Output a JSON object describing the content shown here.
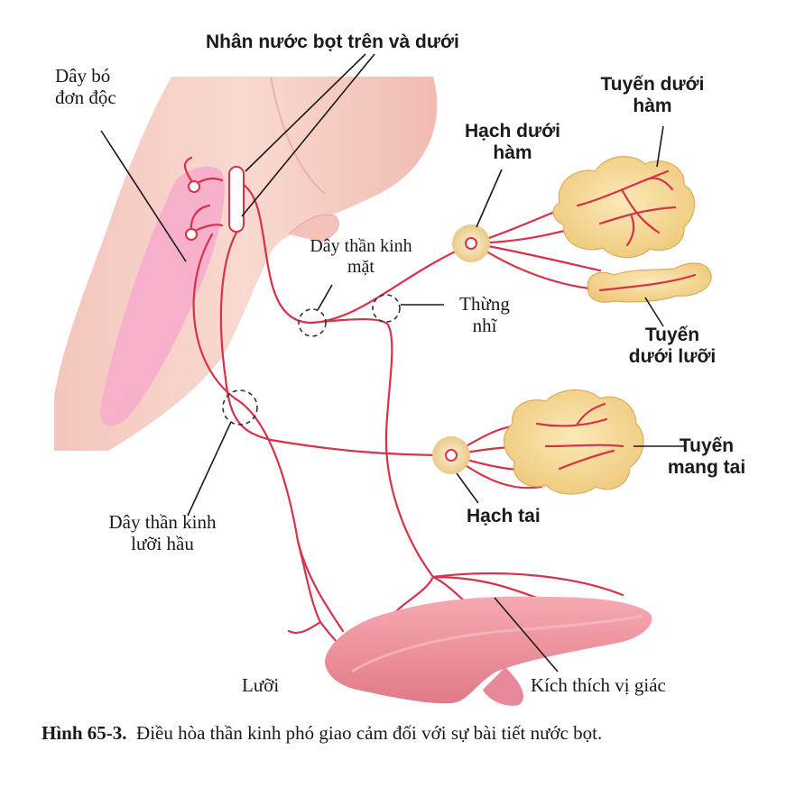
{
  "labels": {
    "solitary_tract": [
      "Dây bó",
      "đơn độc"
    ],
    "salivatory_nuclei": "Nhân nước bọt trên và dưới",
    "submandibular_gland": [
      "Tuyến dưới",
      "hàm"
    ],
    "submandibular_ganglion": [
      "Hạch dưới",
      "hàm"
    ],
    "facial_nerve": [
      "Dây thần kinh",
      "mặt"
    ],
    "chorda_tympani": [
      "Thừng",
      "nhĩ"
    ],
    "sublingual_gland": [
      "Tuyến",
      "dưới lưỡi"
    ],
    "parotid_gland": [
      "Tuyến",
      "mang tai"
    ],
    "otic_ganglion": "Hạch tai",
    "glossopharyngeal_nerve": [
      "Dây thần kinh",
      "lưỡi hầu"
    ],
    "tongue": "Lưỡi",
    "taste_stimuli": "Kích thích vị giác"
  },
  "caption": {
    "number": "Hình 65-3.",
    "text": "Điều hòa thần kinh phó giao cảm đối với sự bài tiết nước bọt."
  },
  "colors": {
    "nerve": "#d8314a",
    "brainstem": "#f5c8bf",
    "nucleus_region": "#f7a6c9",
    "gland": "#f7df9a",
    "tongue": "#f0949e"
  }
}
